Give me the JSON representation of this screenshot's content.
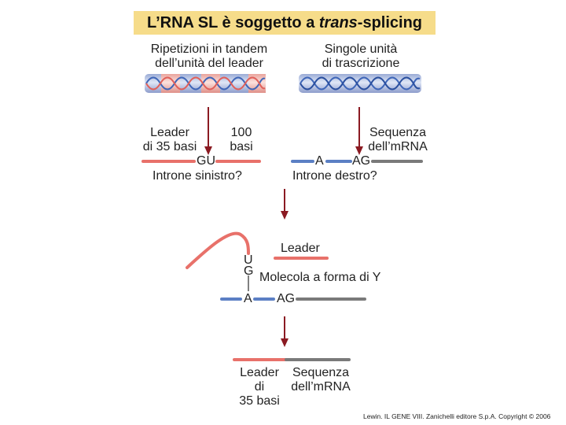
{
  "title": {
    "prefix": "L’RNA SL è soggetto a ",
    "emphasis": "trans",
    "suffix": "-splicing"
  },
  "top_left": {
    "line1": "Ripetizioni in tandem",
    "line2": "dell’unità del leader"
  },
  "top_right": {
    "line1": "Singole unità",
    "line2": "di trascrizione"
  },
  "left_row": {
    "leader_line1": "Leader",
    "leader_line2": "di 35 basi",
    "bases_line1": "100",
    "bases_line2": "basi",
    "gu": "GU",
    "intron": "Introne sinistro?"
  },
  "right_row": {
    "seq_line1": "Sequenza",
    "seq_line2": "dell’mRNA",
    "a": "A",
    "ag": "AG",
    "intron": "Introne destro?"
  },
  "y_molecule": {
    "leader": "Leader",
    "u": "U",
    "g": "G",
    "caption": "Molecola a forma di Y",
    "a": "A",
    "ag": "AG"
  },
  "product": {
    "leader_line1": "Leader",
    "leader_line2": "di",
    "leader_line3": "35 basi",
    "seq_line1": "Sequenza",
    "seq_line2": "dell’mRNA"
  },
  "credit": "Lewin. IL GENE VIII. Zanichelli editore S.p.A. Copyright © 2006",
  "colors": {
    "title_bg": "#f6dc8a",
    "leader_red": "#e8716a",
    "intron_blue": "#5b7fc4",
    "mrna_gray": "#7a7a7a",
    "arrow": "#8b1a22",
    "dna_bg": "#b8c6e6"
  }
}
